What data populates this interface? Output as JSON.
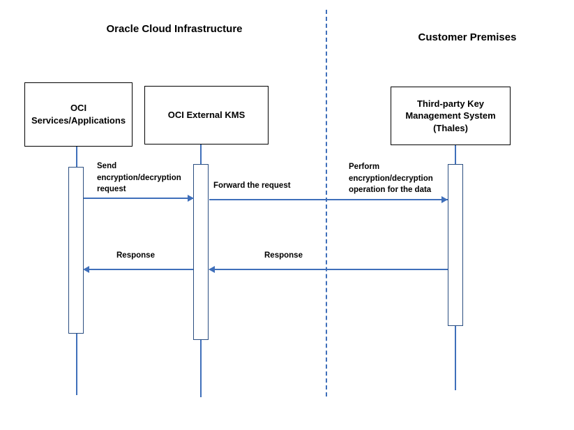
{
  "diagram": {
    "type": "sequence-diagram",
    "title_zones": [
      {
        "id": "oci",
        "label": "Oracle Cloud Infrastructure"
      },
      {
        "id": "customer",
        "label": "Customer Premises"
      }
    ],
    "colors": {
      "line": "#3f6fba",
      "activation_border": "#2a4d80",
      "box_border": "#000000",
      "text": "#000000",
      "background": "#ffffff"
    },
    "participants": [
      {
        "id": "oci-services",
        "label": "OCI\nServices/Applications"
      },
      {
        "id": "oci-external-kms",
        "label": "OCI External KMS"
      },
      {
        "id": "third-party-kms",
        "label": "Third-party Key\nManagement System\n(Thales)"
      }
    ],
    "messages": [
      {
        "id": "send-request",
        "label": "Send\nencryption/decryption\nrequest",
        "from": "oci-services",
        "to": "oci-external-kms",
        "direction": "right"
      },
      {
        "id": "forward-request",
        "label": "Forward the request",
        "from": "oci-external-kms",
        "to": "third-party-kms",
        "direction": "right"
      },
      {
        "id": "perform-operation",
        "label": "Perform\nencryption/decryption\noperation for the data",
        "from": "oci-external-kms",
        "to": "third-party-kms",
        "direction": "right"
      },
      {
        "id": "response-to-kms",
        "label": "Response",
        "from": "third-party-kms",
        "to": "oci-external-kms",
        "direction": "left"
      },
      {
        "id": "response-to-services",
        "label": "Response",
        "from": "oci-external-kms",
        "to": "oci-services",
        "direction": "left"
      }
    ],
    "boundary": {
      "id": "cloud-premises-boundary",
      "style": "dashed-vertical"
    }
  }
}
